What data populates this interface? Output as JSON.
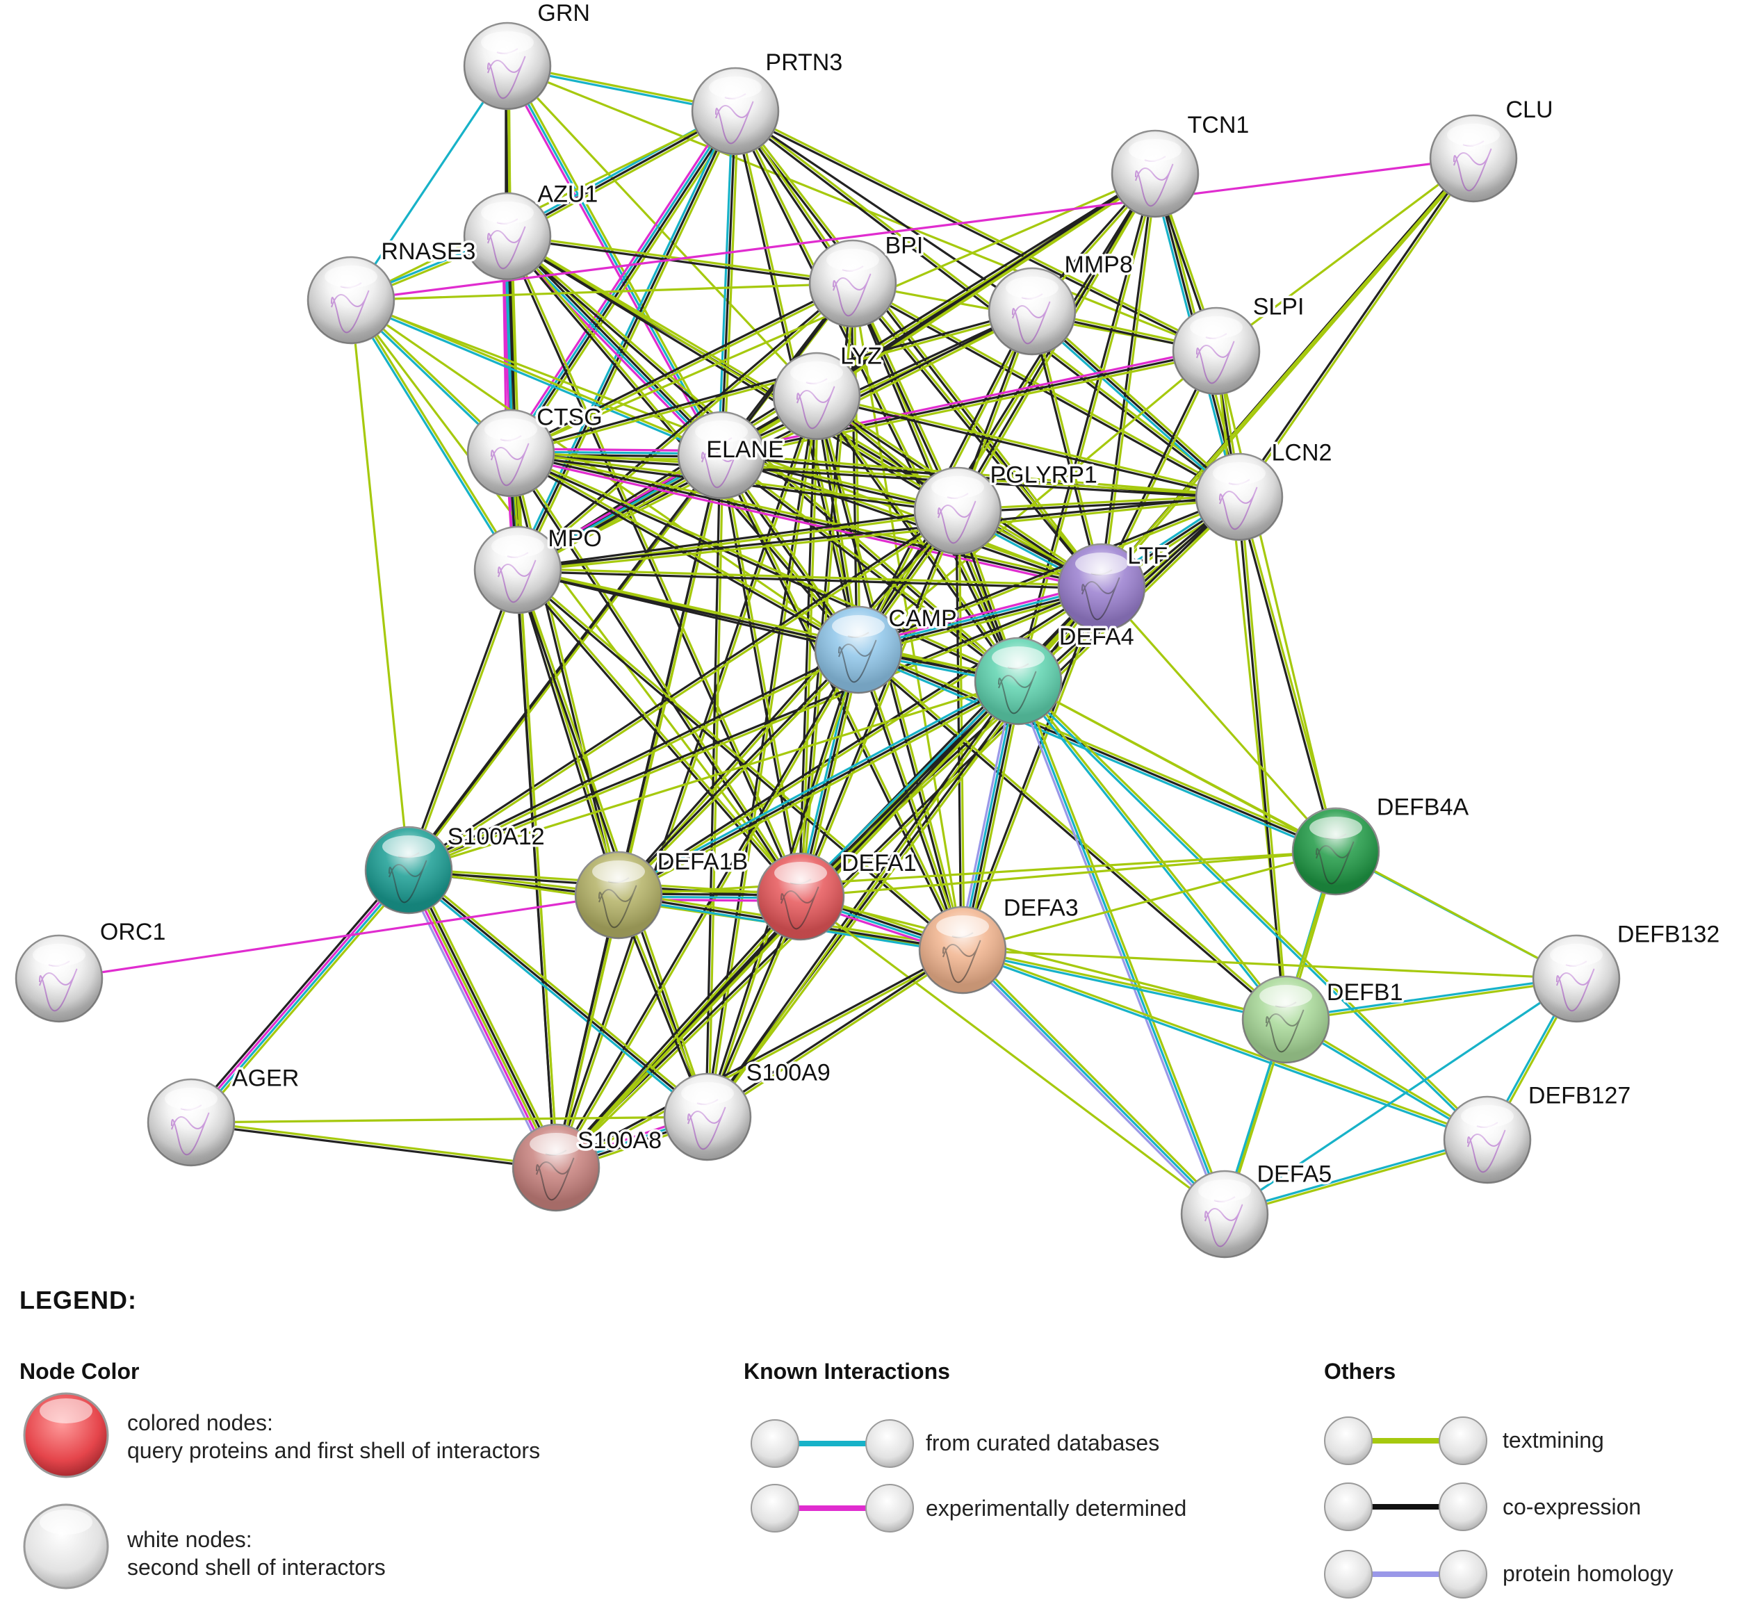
{
  "nodes": [
    {
      "id": "GRN",
      "label": "GRN",
      "fill": "white",
      "lx": 0.7,
      "ly": -1.05
    },
    {
      "id": "PRTN3",
      "label": "PRTN3",
      "fill": "white",
      "lx": 0.7,
      "ly": -0.95
    },
    {
      "id": "AZU1",
      "label": "AZU1",
      "fill": "white",
      "lx": 0.7,
      "ly": -0.8
    },
    {
      "id": "RNASE3",
      "label": "RNASE3",
      "fill": "white",
      "lx": 0.7,
      "ly": -0.95
    },
    {
      "id": "BPI",
      "label": "BPI",
      "fill": "white",
      "lx": 0.75,
      "ly": -0.7
    },
    {
      "id": "TCN1",
      "label": "TCN1",
      "fill": "white",
      "lx": 0.75,
      "ly": -0.95
    },
    {
      "id": "CLU",
      "label": "CLU",
      "fill": "white",
      "lx": 0.75,
      "ly": -0.95
    },
    {
      "id": "MMP8",
      "label": "MMP8",
      "fill": "white",
      "lx": 0.75,
      "ly": -0.9
    },
    {
      "id": "SLPI",
      "label": "SLPI",
      "fill": "white",
      "lx": 0.85,
      "ly": -0.85
    },
    {
      "id": "LYZ",
      "label": "LYZ",
      "fill": "white",
      "lx": 0.55,
      "ly": -0.75
    },
    {
      "id": "ELANE",
      "label": "ELANE",
      "fill": "white",
      "lx": -0.35,
      "ly": 0.05
    },
    {
      "id": "CTSG",
      "label": "CTSG",
      "fill": "white",
      "lx": 0.6,
      "ly": -0.65
    },
    {
      "id": "PGLYRP1",
      "label": "PGLYRP1",
      "fill": "white",
      "lx": 0.75,
      "ly": -0.65
    },
    {
      "id": "LCN2",
      "label": "LCN2",
      "fill": "white",
      "lx": 0.75,
      "ly": -0.85
    },
    {
      "id": "MPO",
      "label": "MPO",
      "fill": "white",
      "lx": 0.7,
      "ly": -0.55
    },
    {
      "id": "LTF",
      "label": "LTF",
      "fill": "#9a7fd0",
      "lx": 0.6,
      "ly": -0.55
    },
    {
      "id": "CAMP",
      "label": "CAMP",
      "fill": "#8fc6ea",
      "lx": 0.7,
      "ly": -0.55
    },
    {
      "id": "DEFA4",
      "label": "DEFA4",
      "fill": "#5fd4b0",
      "lx": 0.95,
      "ly": -0.85
    },
    {
      "id": "DEFB4A",
      "label": "DEFB4A",
      "fill": "#1f9a45",
      "lx": 0.95,
      "ly": -0.85
    },
    {
      "id": "S100A12",
      "label": "S100A12",
      "fill": "#1a9e94",
      "lx": 0.9,
      "ly": -0.6
    },
    {
      "id": "DEFA1B",
      "label": "DEFA1B",
      "fill": "#b4b266",
      "lx": 0.9,
      "ly": -0.6
    },
    {
      "id": "DEFA1",
      "label": "DEFA1",
      "fill": "#e7575a",
      "lx": 0.95,
      "ly": -0.6
    },
    {
      "id": "DEFA3",
      "label": "DEFA3",
      "fill": "#f2b48e",
      "lx": 0.95,
      "ly": -0.8
    },
    {
      "id": "DEFB132",
      "label": "DEFB132",
      "fill": "white",
      "lx": 0.95,
      "ly": -0.85
    },
    {
      "id": "ORC1",
      "label": "ORC1",
      "fill": "white",
      "lx": 0.95,
      "ly": -0.9
    },
    {
      "id": "DEFB1",
      "label": "DEFB1",
      "fill": "#a8d998",
      "lx": 0.95,
      "ly": -0.45
    },
    {
      "id": "AGER",
      "label": "AGER",
      "fill": "white",
      "lx": 0.95,
      "ly": -0.85
    },
    {
      "id": "S100A9",
      "label": "S100A9",
      "fill": "white",
      "lx": 0.9,
      "ly": -0.85
    },
    {
      "id": "S100A8",
      "label": "S100A8",
      "fill": "#c9827e",
      "lx": 0.5,
      "ly": -0.45
    },
    {
      "id": "DEFB127",
      "label": "DEFB127",
      "fill": "white",
      "lx": 0.95,
      "ly": -0.85
    },
    {
      "id": "DEFA5",
      "label": "DEFA5",
      "fill": "white",
      "lx": 0.75,
      "ly": -0.75
    }
  ],
  "edge_colors": {
    "curated": "#17b2c8",
    "experimental": "#e02ccf",
    "textmining": "#a6c90e",
    "coexpression": "#222222",
    "homology": "#9a98e8"
  },
  "legend": {
    "title": "LEGEND:",
    "node_color": {
      "heading": "Node Color",
      "colored_line1": "colored nodes:",
      "colored_line2": "query proteins and first shell of interactors",
      "white_line1": "white nodes:",
      "white_line2": "second shell of interactors"
    },
    "known_interactions": {
      "heading": "Known Interactions",
      "curated": "from curated databases",
      "experimental": "experimentally determined"
    },
    "others": {
      "heading": "Others",
      "textmining": "textmining",
      "coexpression": "co-expression",
      "homology": "protein homology"
    }
  }
}
